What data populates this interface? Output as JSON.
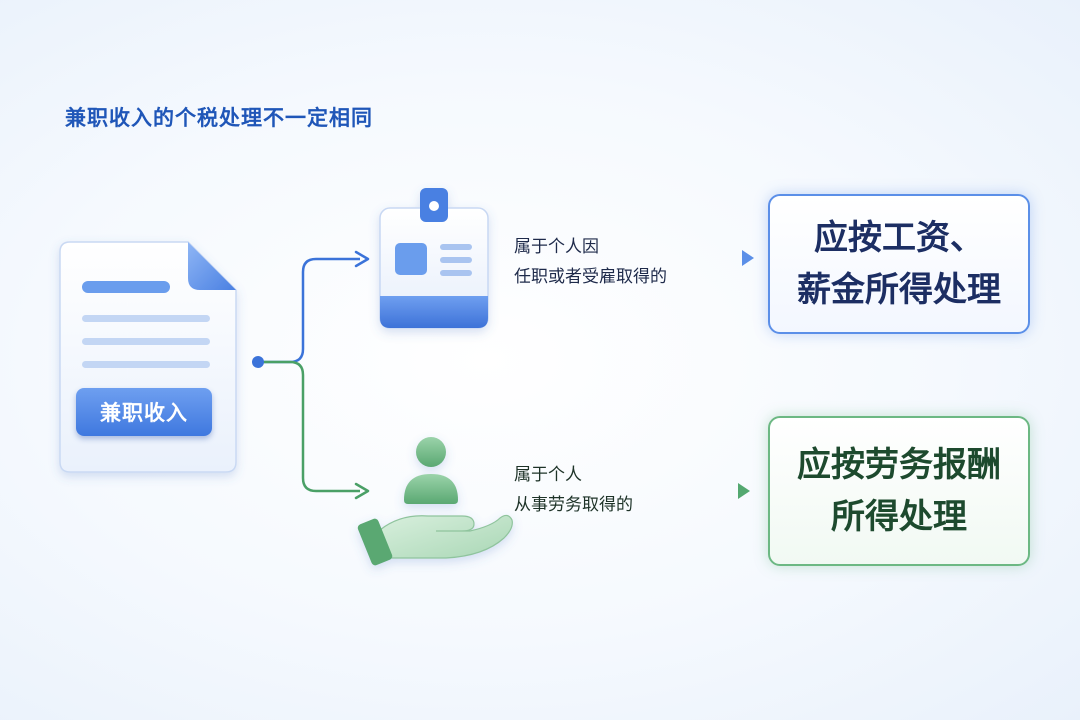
{
  "title": "兼职收入的个税处理不一定相同",
  "source": {
    "label": "兼职收入",
    "icon": "document-icon"
  },
  "branches": [
    {
      "icon": "id-badge-icon",
      "condition_line1": "属于个人因",
      "condition_line2": "任职或者受雇取得的",
      "result_line1": "应按工资、",
      "result_line2": "薪金所得处理",
      "color": "#3b73d9"
    },
    {
      "icon": "hand-with-person-icon",
      "condition_line1": "属于个人",
      "condition_line2": "从事劳务取得的",
      "result_line1": "应按劳务报酬",
      "result_line2": "所得处理",
      "color": "#4aa066"
    }
  ]
}
